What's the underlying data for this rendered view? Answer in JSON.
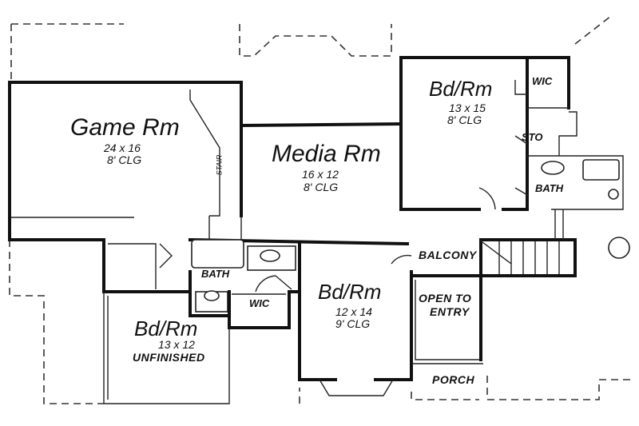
{
  "rooms": {
    "game": {
      "name": "Game Rm",
      "dims": "24 x 16",
      "ceiling": "8' CLG"
    },
    "media": {
      "name": "Media Rm",
      "dims": "16 x 12",
      "ceiling": "8' CLG"
    },
    "bed_ne": {
      "name": "Bd/Rm",
      "dims": "13 x 15",
      "ceiling": "8' CLG"
    },
    "bed_center": {
      "name": "Bd/Rm",
      "dims": "12 x 14",
      "ceiling": "9' CLG"
    },
    "bed_sw": {
      "name": "Bd/Rm",
      "dims": "13 x 12",
      "status": "UNFINISHED"
    }
  },
  "labels": {
    "wic_ne": "WIC",
    "sto": "STO",
    "bath_e": "BATH",
    "bath_w": "BATH",
    "wic_w": "WIC",
    "balcony": "BALCONY",
    "open_to_entry_1": "OPEN TO",
    "open_to_entry_2": "ENTRY",
    "porch": "PORCH",
    "stair_note": "STAIR"
  }
}
